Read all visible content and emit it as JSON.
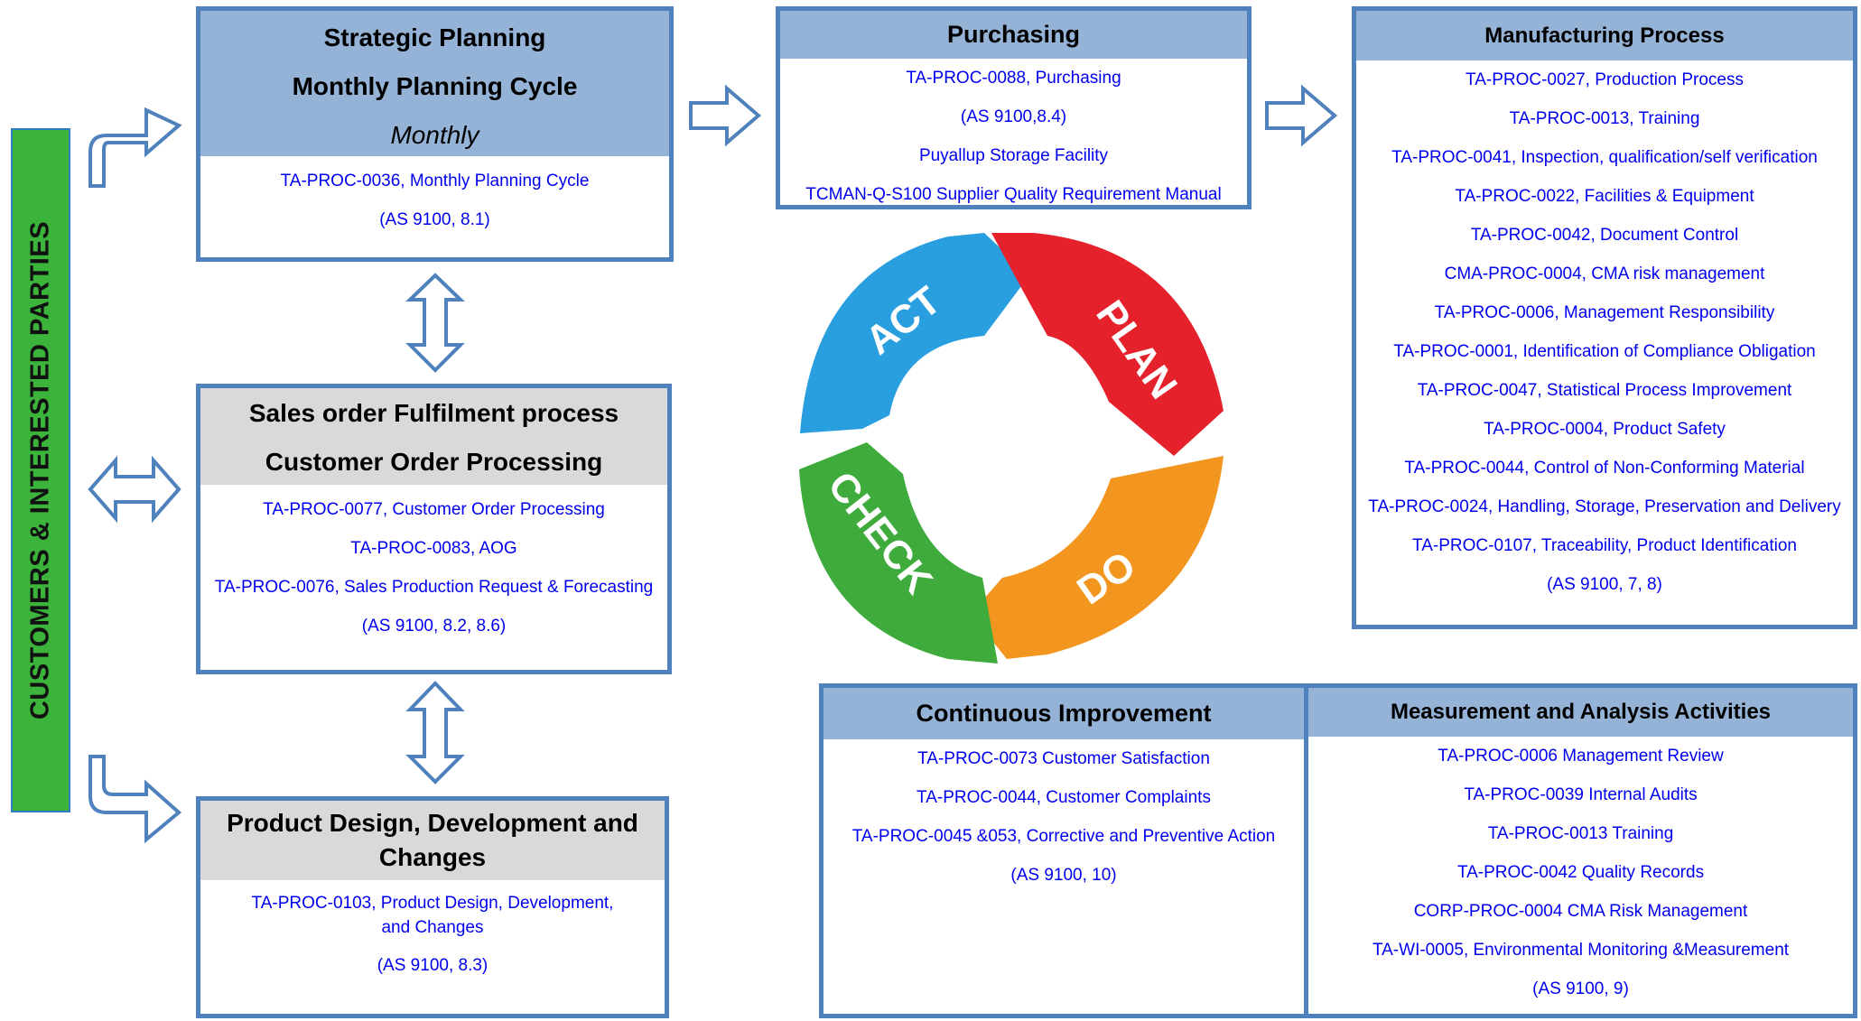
{
  "sidebar": {
    "label": "CUSTOMERS & INTERESTED PARTIES"
  },
  "strategic": {
    "lines": [
      "Strategic Planning",
      "Monthly Planning Cycle",
      "Monthly"
    ],
    "items": [
      "TA-PROC-0036, Monthly Planning Cycle",
      "(AS 9100, 8.1)"
    ]
  },
  "sales": {
    "lines": [
      "Sales order Fulfilment process",
      "Customer Order Processing"
    ],
    "items": [
      "TA-PROC-0077, Customer Order Processing",
      "TA-PROC-0083, AOG",
      "TA-PROC-0076, Sales Production Request & Forecasting",
      "(AS 9100, 8.2, 8.6)"
    ]
  },
  "design": {
    "lines": [
      "Product Design, Development and",
      "Changes"
    ],
    "items": [
      "TA-PROC-0103, Product Design, Development, and Changes",
      "(AS 9100, 8.3)"
    ]
  },
  "purchasing": {
    "title": "Purchasing",
    "items": [
      "TA-PROC-0088, Purchasing",
      "(AS 9100,8.4)",
      "Puyallup Storage Facility",
      "TCMAN-Q-S100 Supplier Quality Requirement Manual"
    ]
  },
  "manufacturing": {
    "title": "Manufacturing Process",
    "items": [
      "TA-PROC-0027, Production Process",
      "TA-PROC-0013, Training",
      "TA-PROC-0041, Inspection, qualification/self verification",
      "TA-PROC-0022, Facilities & Equipment",
      "TA-PROC-0042, Document Control",
      "CMA-PROC-0004, CMA risk management",
      "TA-PROC-0006, Management Responsibility",
      "TA-PROC-0001, Identification of Compliance Obligation",
      "TA-PROC-0047, Statistical Process Improvement",
      "TA-PROC-0004, Product Safety",
      "TA-PROC-0044, Control of Non-Conforming Material",
      "TA-PROC-0024, Handling, Storage, Preservation and Delivery",
      "TA-PROC-0107, Traceability, Product Identification",
      "(AS 9100, 7, 8)"
    ]
  },
  "improvement": {
    "title": "Continuous Improvement",
    "items": [
      "TA-PROC-0073 Customer Satisfaction",
      "TA-PROC-0044, Customer Complaints",
      "TA-PROC-0045 &053, Corrective  and Preventive Action",
      "(AS 9100, 10)"
    ]
  },
  "measurement": {
    "title": "Measurement and Analysis Activities",
    "items": [
      "TA-PROC-0006 Management Review",
      "TA-PROC-0039 Internal Audits",
      "TA-PROC-0013 Training",
      "TA-PROC-0042 Quality Records",
      "CORP-PROC-0004 CMA Risk Management",
      "TA-WI-0005, Environmental Monitoring &Measurement",
      "(AS 9100, 9)"
    ]
  },
  "cycle": {
    "labels": [
      "ACT",
      "PLAN",
      "DO",
      "CHECK"
    ],
    "colors": {
      "act": "#2a9fe0",
      "plan": "#e5222c",
      "do": "#f3961f",
      "check": "#3eab3c"
    }
  },
  "colors": {
    "box_border": "#4f81bd",
    "header_blue": "#95b3d7",
    "header_gray": "#d9d9d9",
    "link_text": "#0000ee",
    "sidebar": "#3cb43c"
  }
}
